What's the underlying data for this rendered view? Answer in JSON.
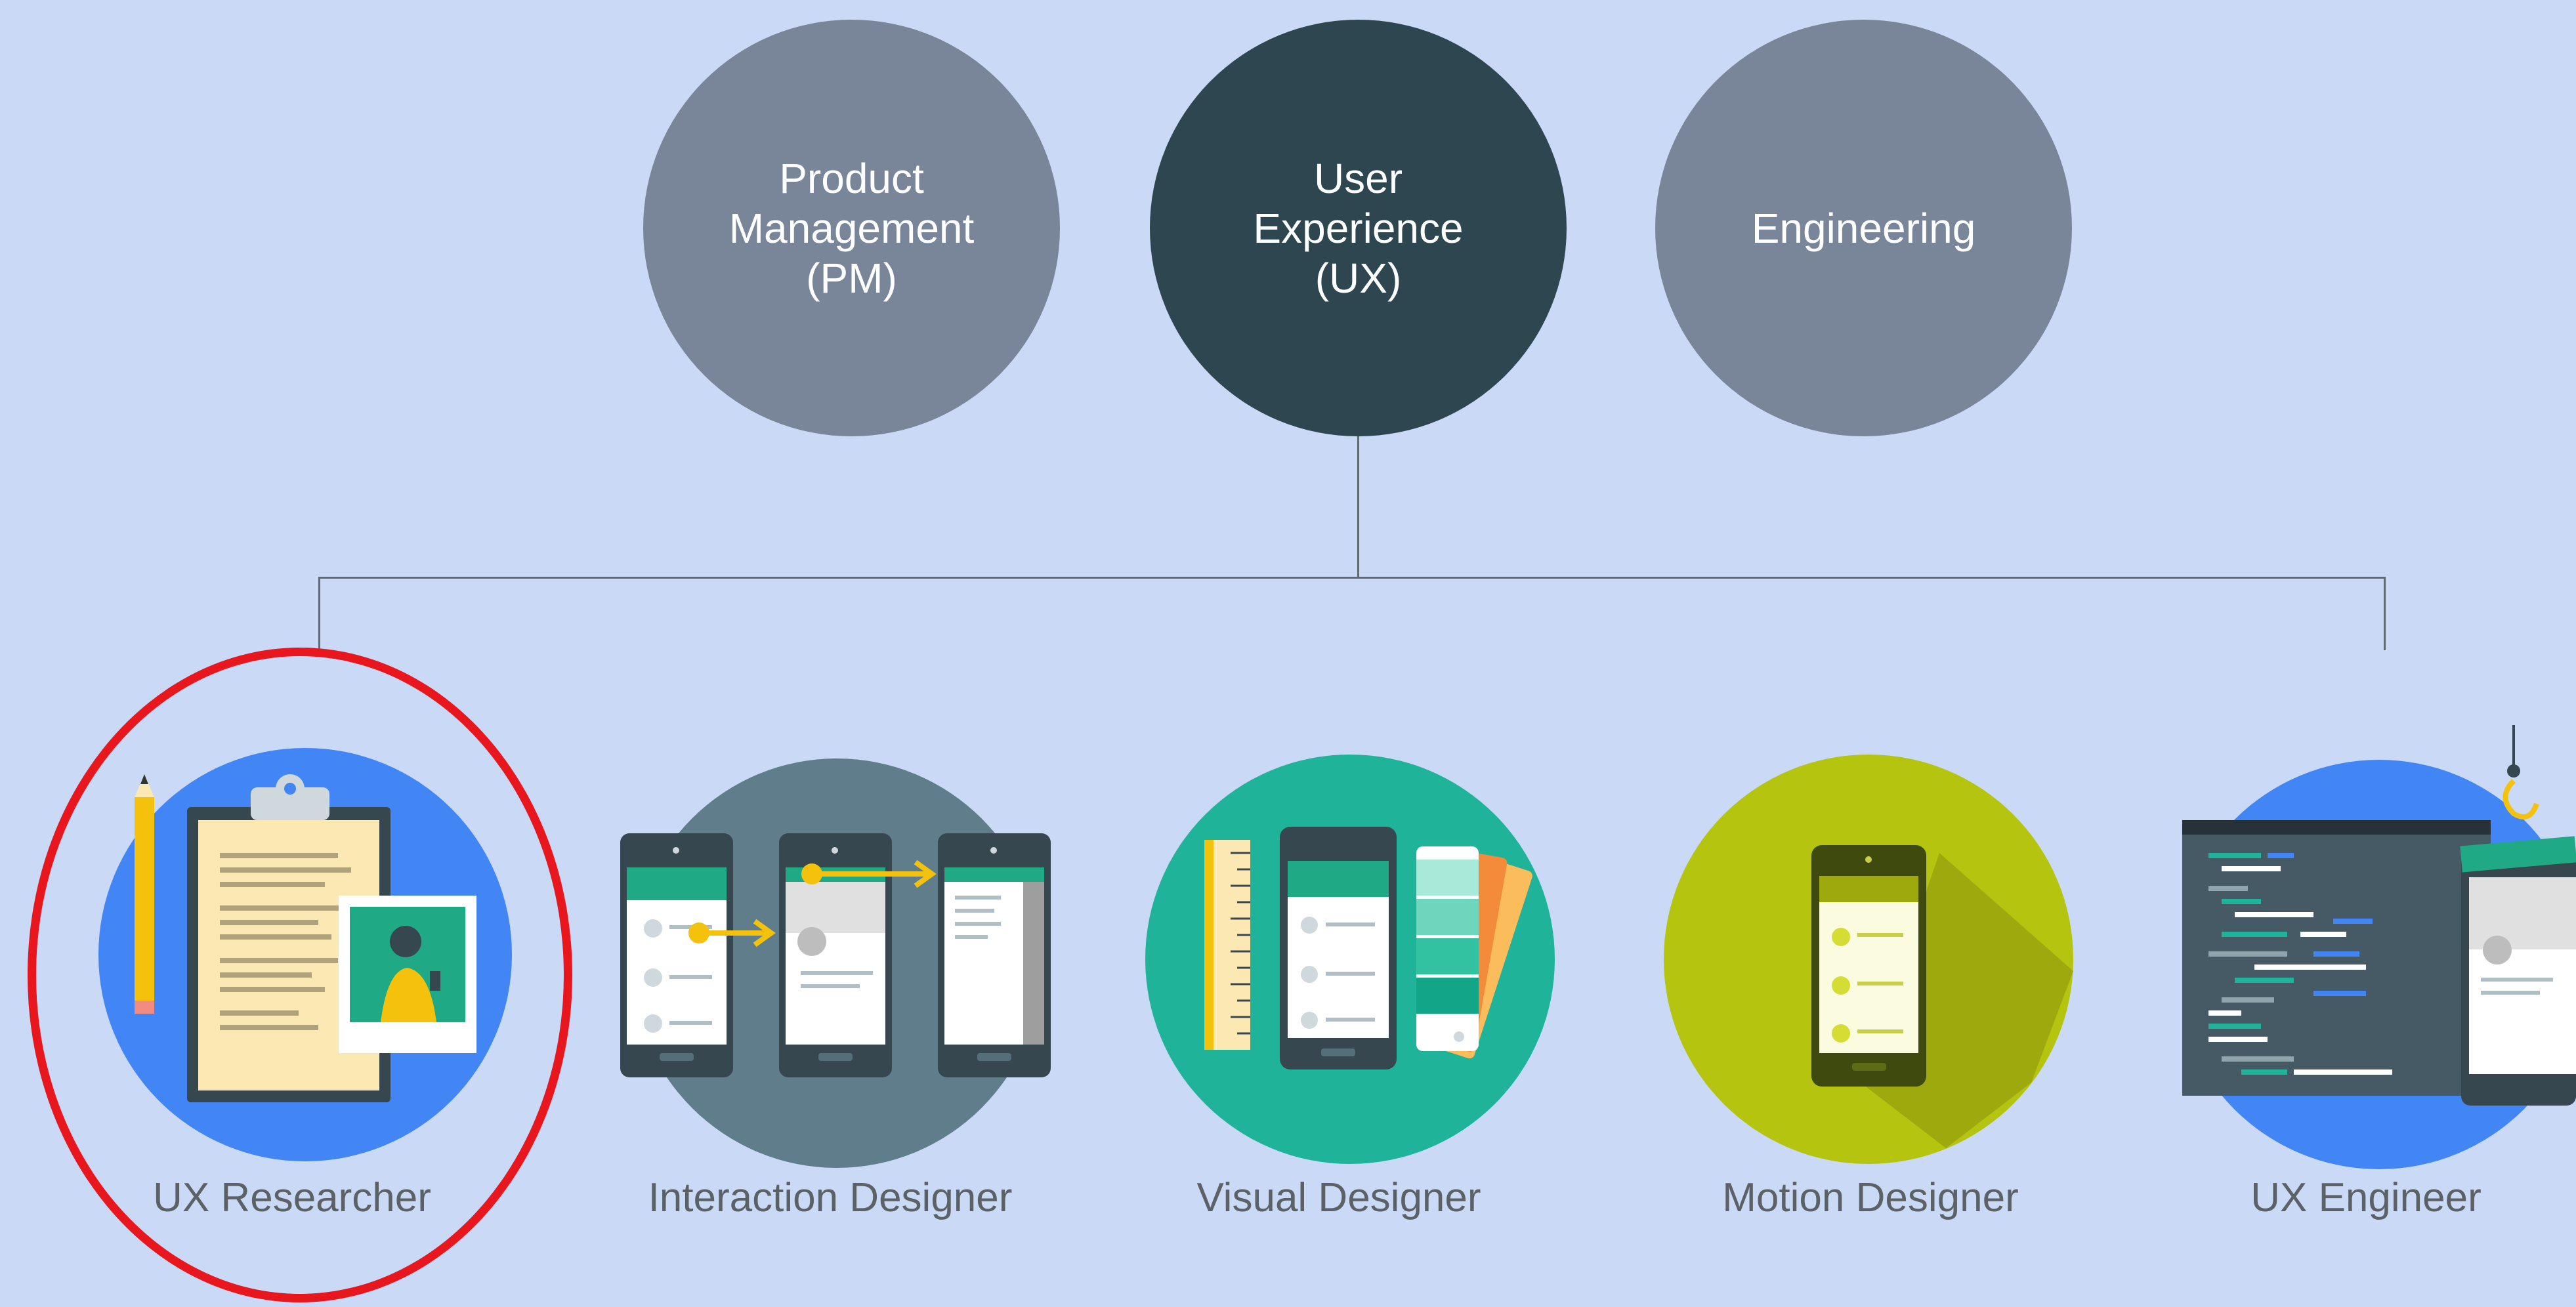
{
  "colors": {
    "background": "#c9d9f6",
    "top_circle_muted": "#798598",
    "top_circle_active": "#2d4650",
    "highlight": "#e8161d",
    "label_text": "#5c6166"
  },
  "top_nodes": [
    {
      "label": "Product\nManagement\n(PM)"
    },
    {
      "label": "User\nExperience\n(UX)"
    },
    {
      "label": "Engineering"
    }
  ],
  "roles": [
    {
      "label": "UX Researcher",
      "icon": "clipboard-research-icon",
      "highlighted": true
    },
    {
      "label": "Interaction Designer",
      "icon": "phones-flow-icon"
    },
    {
      "label": "Visual Designer",
      "icon": "phone-palette-icon"
    },
    {
      "label": "Motion Designer",
      "icon": "phone-motion-icon"
    },
    {
      "label": "UX Engineer",
      "icon": "code-window-icon"
    }
  ]
}
